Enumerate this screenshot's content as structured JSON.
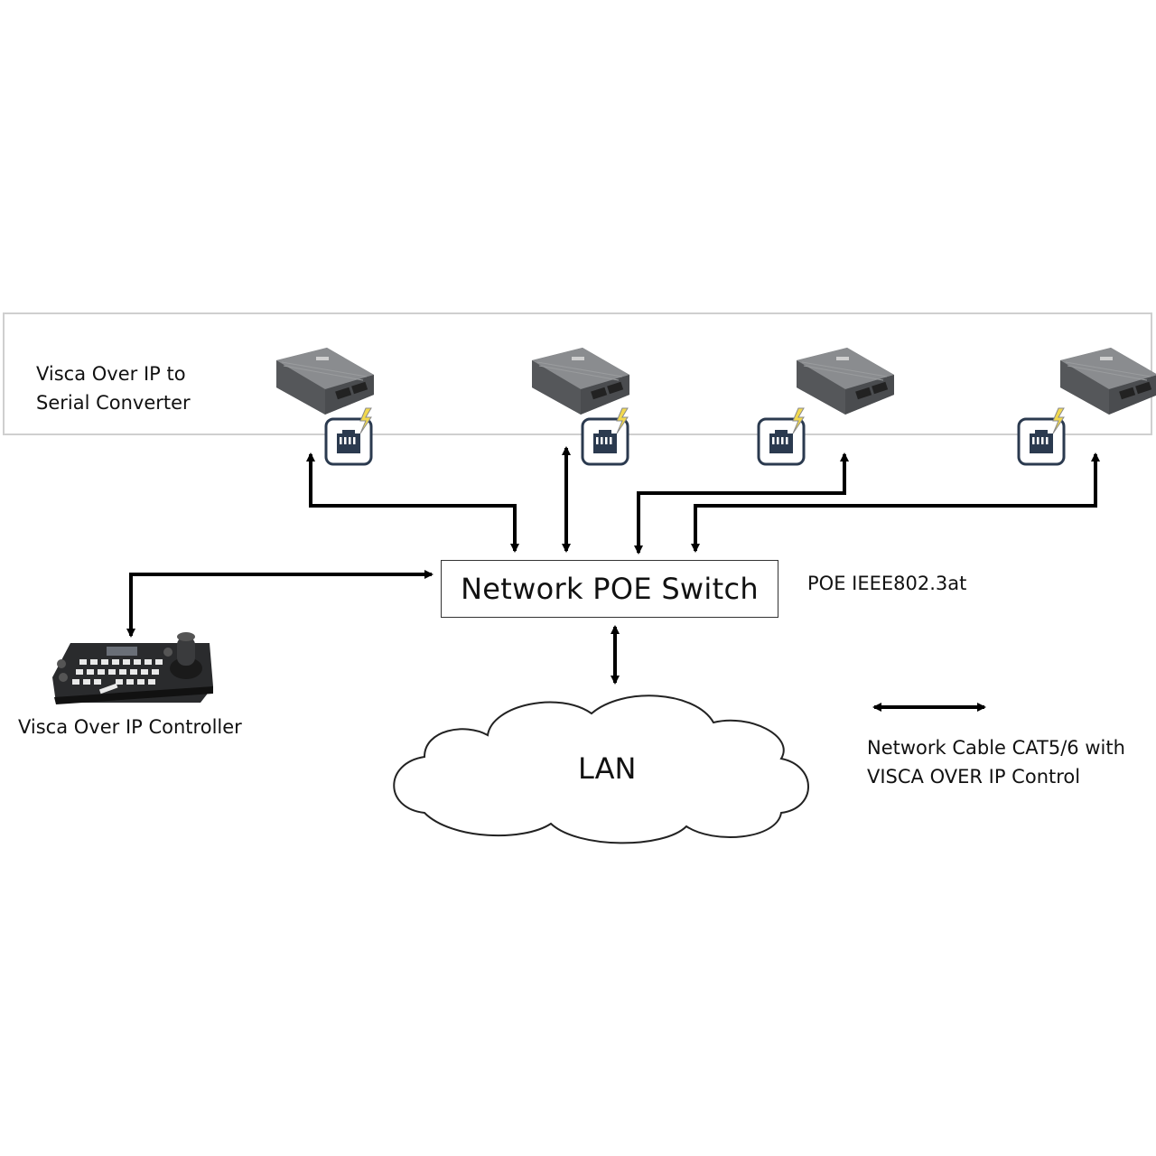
{
  "converter_group": {
    "label_line1": "Visca Over IP to",
    "label_line2": "Serial Converter",
    "devices": [
      {
        "name": "converter-1",
        "icon": "ethernet-port-icon"
      },
      {
        "name": "converter-2",
        "icon": "ethernet-port-icon"
      },
      {
        "name": "converter-3",
        "icon": "ethernet-port-icon"
      },
      {
        "name": "converter-4",
        "icon": "ethernet-port-icon"
      }
    ]
  },
  "switch": {
    "label": "Network POE Switch",
    "standard": "POE IEEE802.3at"
  },
  "controller": {
    "label": "Visca Over IP Controller"
  },
  "lan": {
    "label": "LAN"
  },
  "legend": {
    "line1": "Network Cable CAT5/6 with",
    "line2": "VISCA OVER IP Control"
  },
  "colors": {
    "line": "#000000",
    "port_icon": "#2b3a4f",
    "device_body": "#5a5c5e",
    "frame": "#cfcfcf"
  }
}
